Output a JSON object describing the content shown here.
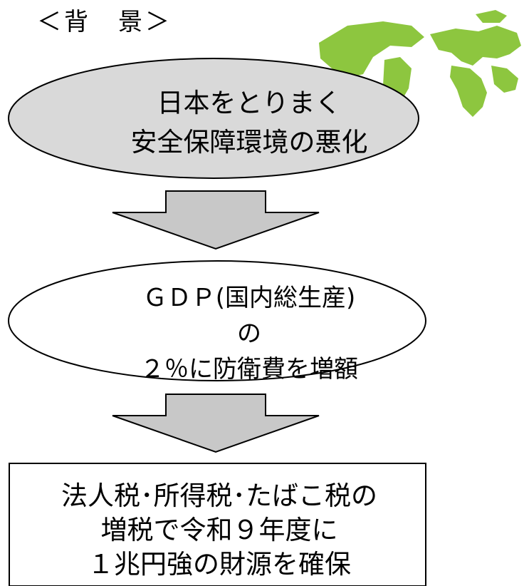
{
  "heading": "＜背　景＞",
  "ellipse1": {
    "lines": [
      "日本をとりまく",
      "安全保障環境の悪化"
    ],
    "fill": "#d9d9d9",
    "stroke": "#000000"
  },
  "ellipse2": {
    "lines": [
      "ＧＤＰ(国内総生産)",
      "の",
      "２％に防衛費を増額"
    ],
    "fill": "#ffffff",
    "stroke": "#000000"
  },
  "result_box": {
    "lines": [
      "法人税･所得税･たばこ税の",
      "増税で令和９年度に",
      "１兆円強の財源を確保"
    ],
    "fill": "#ffffff",
    "stroke": "#000000"
  },
  "arrows": {
    "fill": "#c8c8c8",
    "stroke": "#000000"
  },
  "decoration": {
    "icon": "world-map-icon",
    "color": "#8dc63f"
  }
}
